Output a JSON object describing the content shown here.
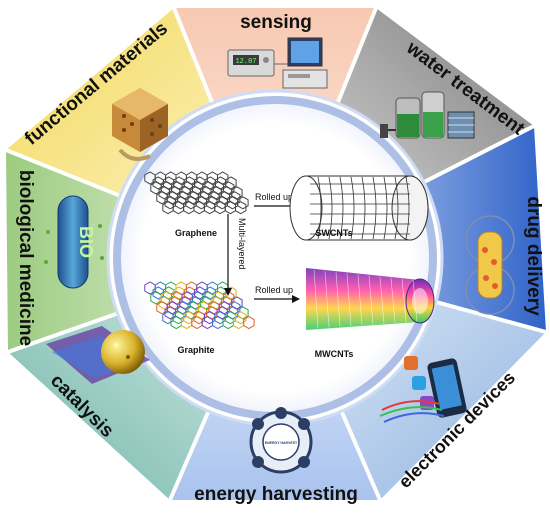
{
  "segments": [
    {
      "key": "sensing",
      "label": "sensing"
    },
    {
      "key": "water",
      "label": "water treatment"
    },
    {
      "key": "drug",
      "label": "drug delivery"
    },
    {
      "key": "electronic",
      "label": "electronic devices"
    },
    {
      "key": "energy",
      "label": "energy  harvesting"
    },
    {
      "key": "catalysis",
      "label": "catalysis"
    },
    {
      "key": "bio",
      "label": "biological medicine"
    },
    {
      "key": "functional",
      "label": "functional materials"
    }
  ],
  "center": {
    "graphene": "Graphene",
    "graphite": "Graphite",
    "swcnts": "SWCNTs",
    "mwcnts": "MWCNTs",
    "rolled_up_top": "Rolled up",
    "rolled_up_bottom": "Rolled up",
    "multi_layered": "Multi-layered"
  },
  "device_texts": {
    "sensing_display": "12.07",
    "bio_word": "BIO",
    "energy_badge": "ENERGY HARVEST"
  }
}
